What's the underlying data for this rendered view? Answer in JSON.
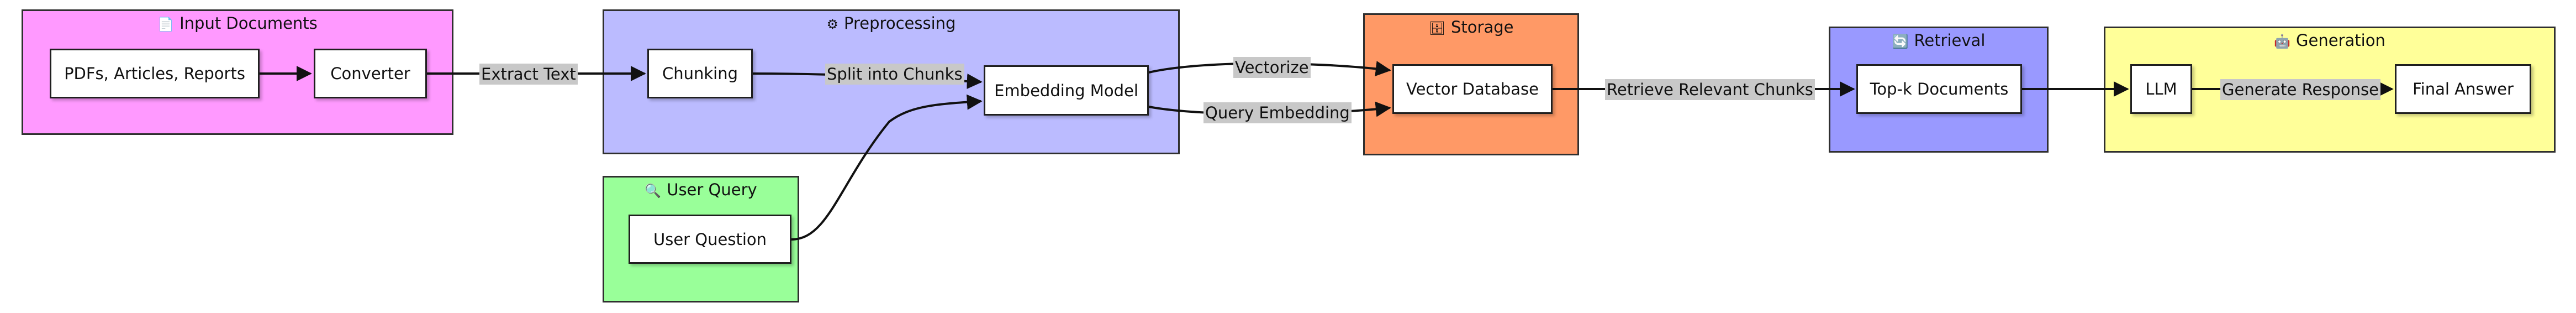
{
  "clusters": {
    "input": {
      "title": "Input Documents",
      "icon": "document-icon",
      "color": "#ff99ff"
    },
    "preprocessing": {
      "title": "Preprocessing",
      "icon": "gear-icon",
      "color": "#bbbbff"
    },
    "user_query": {
      "title": "User Query",
      "icon": "magnifier-icon",
      "color": "#99ff99"
    },
    "storage": {
      "title": "Storage",
      "icon": "database-icon",
      "color": "#ff9966"
    },
    "retrieval": {
      "title": "Retrieval",
      "icon": "refresh-icon",
      "color": "#9999ff"
    },
    "generation": {
      "title": "Generation",
      "icon": "robot-icon",
      "color": "#ffff99"
    }
  },
  "nodes": {
    "pdfs": "PDFs, Articles, Reports",
    "converter": "Converter",
    "chunking": "Chunking",
    "embedding": "Embedding Model",
    "user_question": "User Question",
    "vector_db": "Vector Database",
    "topk": "Top-k Documents",
    "llm": "LLM",
    "final_answer": "Final Answer"
  },
  "edge_labels": {
    "extract_text": "Extract Text",
    "split_chunks": "Split into Chunks",
    "vectorize": "Vectorize",
    "query_embedding": "Query Embedding",
    "retrieve_chunks": "Retrieve Relevant Chunks",
    "generate_response": "Generate Response"
  }
}
